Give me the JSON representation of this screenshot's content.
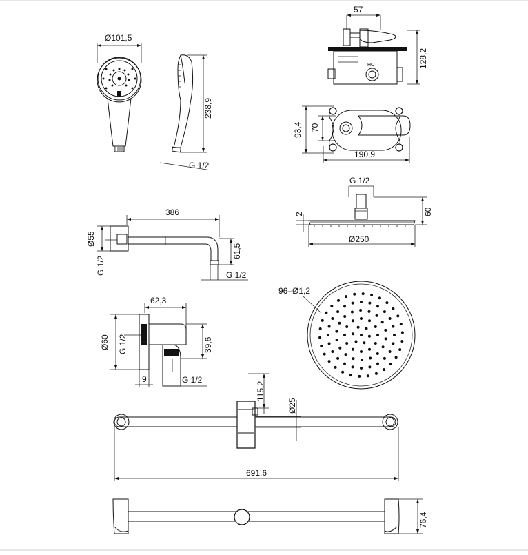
{
  "labels": {
    "handshower_diameter": "Ø101,5",
    "handshower_length": "238,9",
    "handshower_thread": "G 1/2",
    "valve_width": "57",
    "valve_height": "128,2",
    "valve_hot": "HOT",
    "plate_height_outer": "93,4",
    "plate_height_inner": "70",
    "plate_width": "190,9",
    "head_thread": "G 1/2",
    "head_small_height": "2",
    "head_height": "60",
    "head_diameter": "Ø250",
    "arm_length": "386",
    "arm_diameter": "Ø55",
    "arm_thread_left": "G 1/2",
    "arm_drop": "61,5",
    "arm_thread_right": "G 1/2",
    "nozzles": "96–Ø1,2",
    "outlet_width": "62,3",
    "outlet_diameter": "Ø60",
    "outlet_thread_left": "G 1/2",
    "outlet_height": "39,6",
    "outlet_depth": "9",
    "outlet_thread_bottom": "G 1/2",
    "slider_height": "115,2",
    "rail_diameter": "Ø25",
    "rail_length": "691,6",
    "rail_depth": "76,4"
  }
}
